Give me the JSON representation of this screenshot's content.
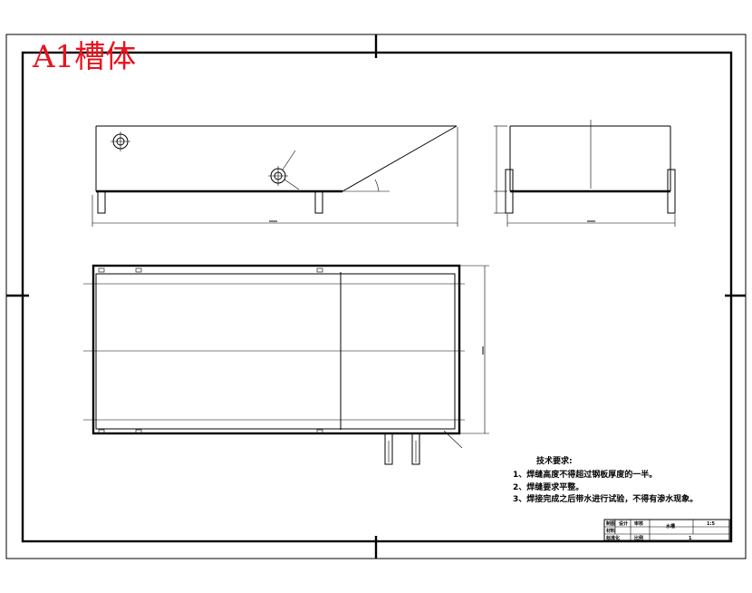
{
  "drawing": {
    "title": "A1槽体"
  },
  "notes": {
    "heading": "技术要求:",
    "items": [
      "1、焊缝高度不得超过钢板厚度的一半。",
      "2、焊缝要求平整。",
      "3、焊接完成之后带水进行试验，不得有渗水现象。"
    ]
  },
  "title_block": {
    "part_name": "水槽",
    "scale": "1:5",
    "row1_a": "制图",
    "row1_b": "设计",
    "row1_c": "审核",
    "row2_a": "材料",
    "row3_a": "标准化",
    "row3_b": "比例",
    "sheet": "1"
  },
  "colors": {
    "title_red": "#e8141e",
    "line": "#000000"
  }
}
